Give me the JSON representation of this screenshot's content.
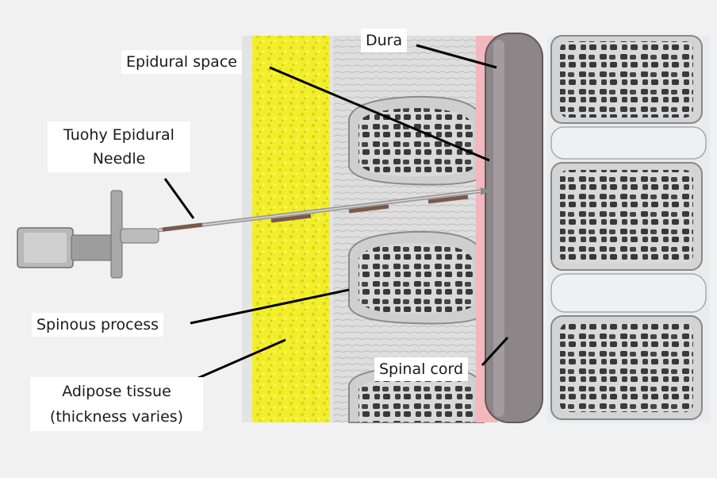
{
  "labels": {
    "dura": "Dura",
    "epidural_space": "Epidural space",
    "tuohy_line1": "Tuohy Epidural",
    "tuohy_line2": "Needle",
    "spinous_process": "Spinous process",
    "adipose_line1": "Adipose tissue",
    "adipose_line2": "(thickness varies)",
    "spinal_cord": "Spinal cord"
  },
  "colors": {
    "adipose": "#f2ee2a",
    "dura": "#f2b8bd",
    "spinal_cord": "#8d8688",
    "bone": "#d6d6d6",
    "disc": "#e8ecee"
  }
}
